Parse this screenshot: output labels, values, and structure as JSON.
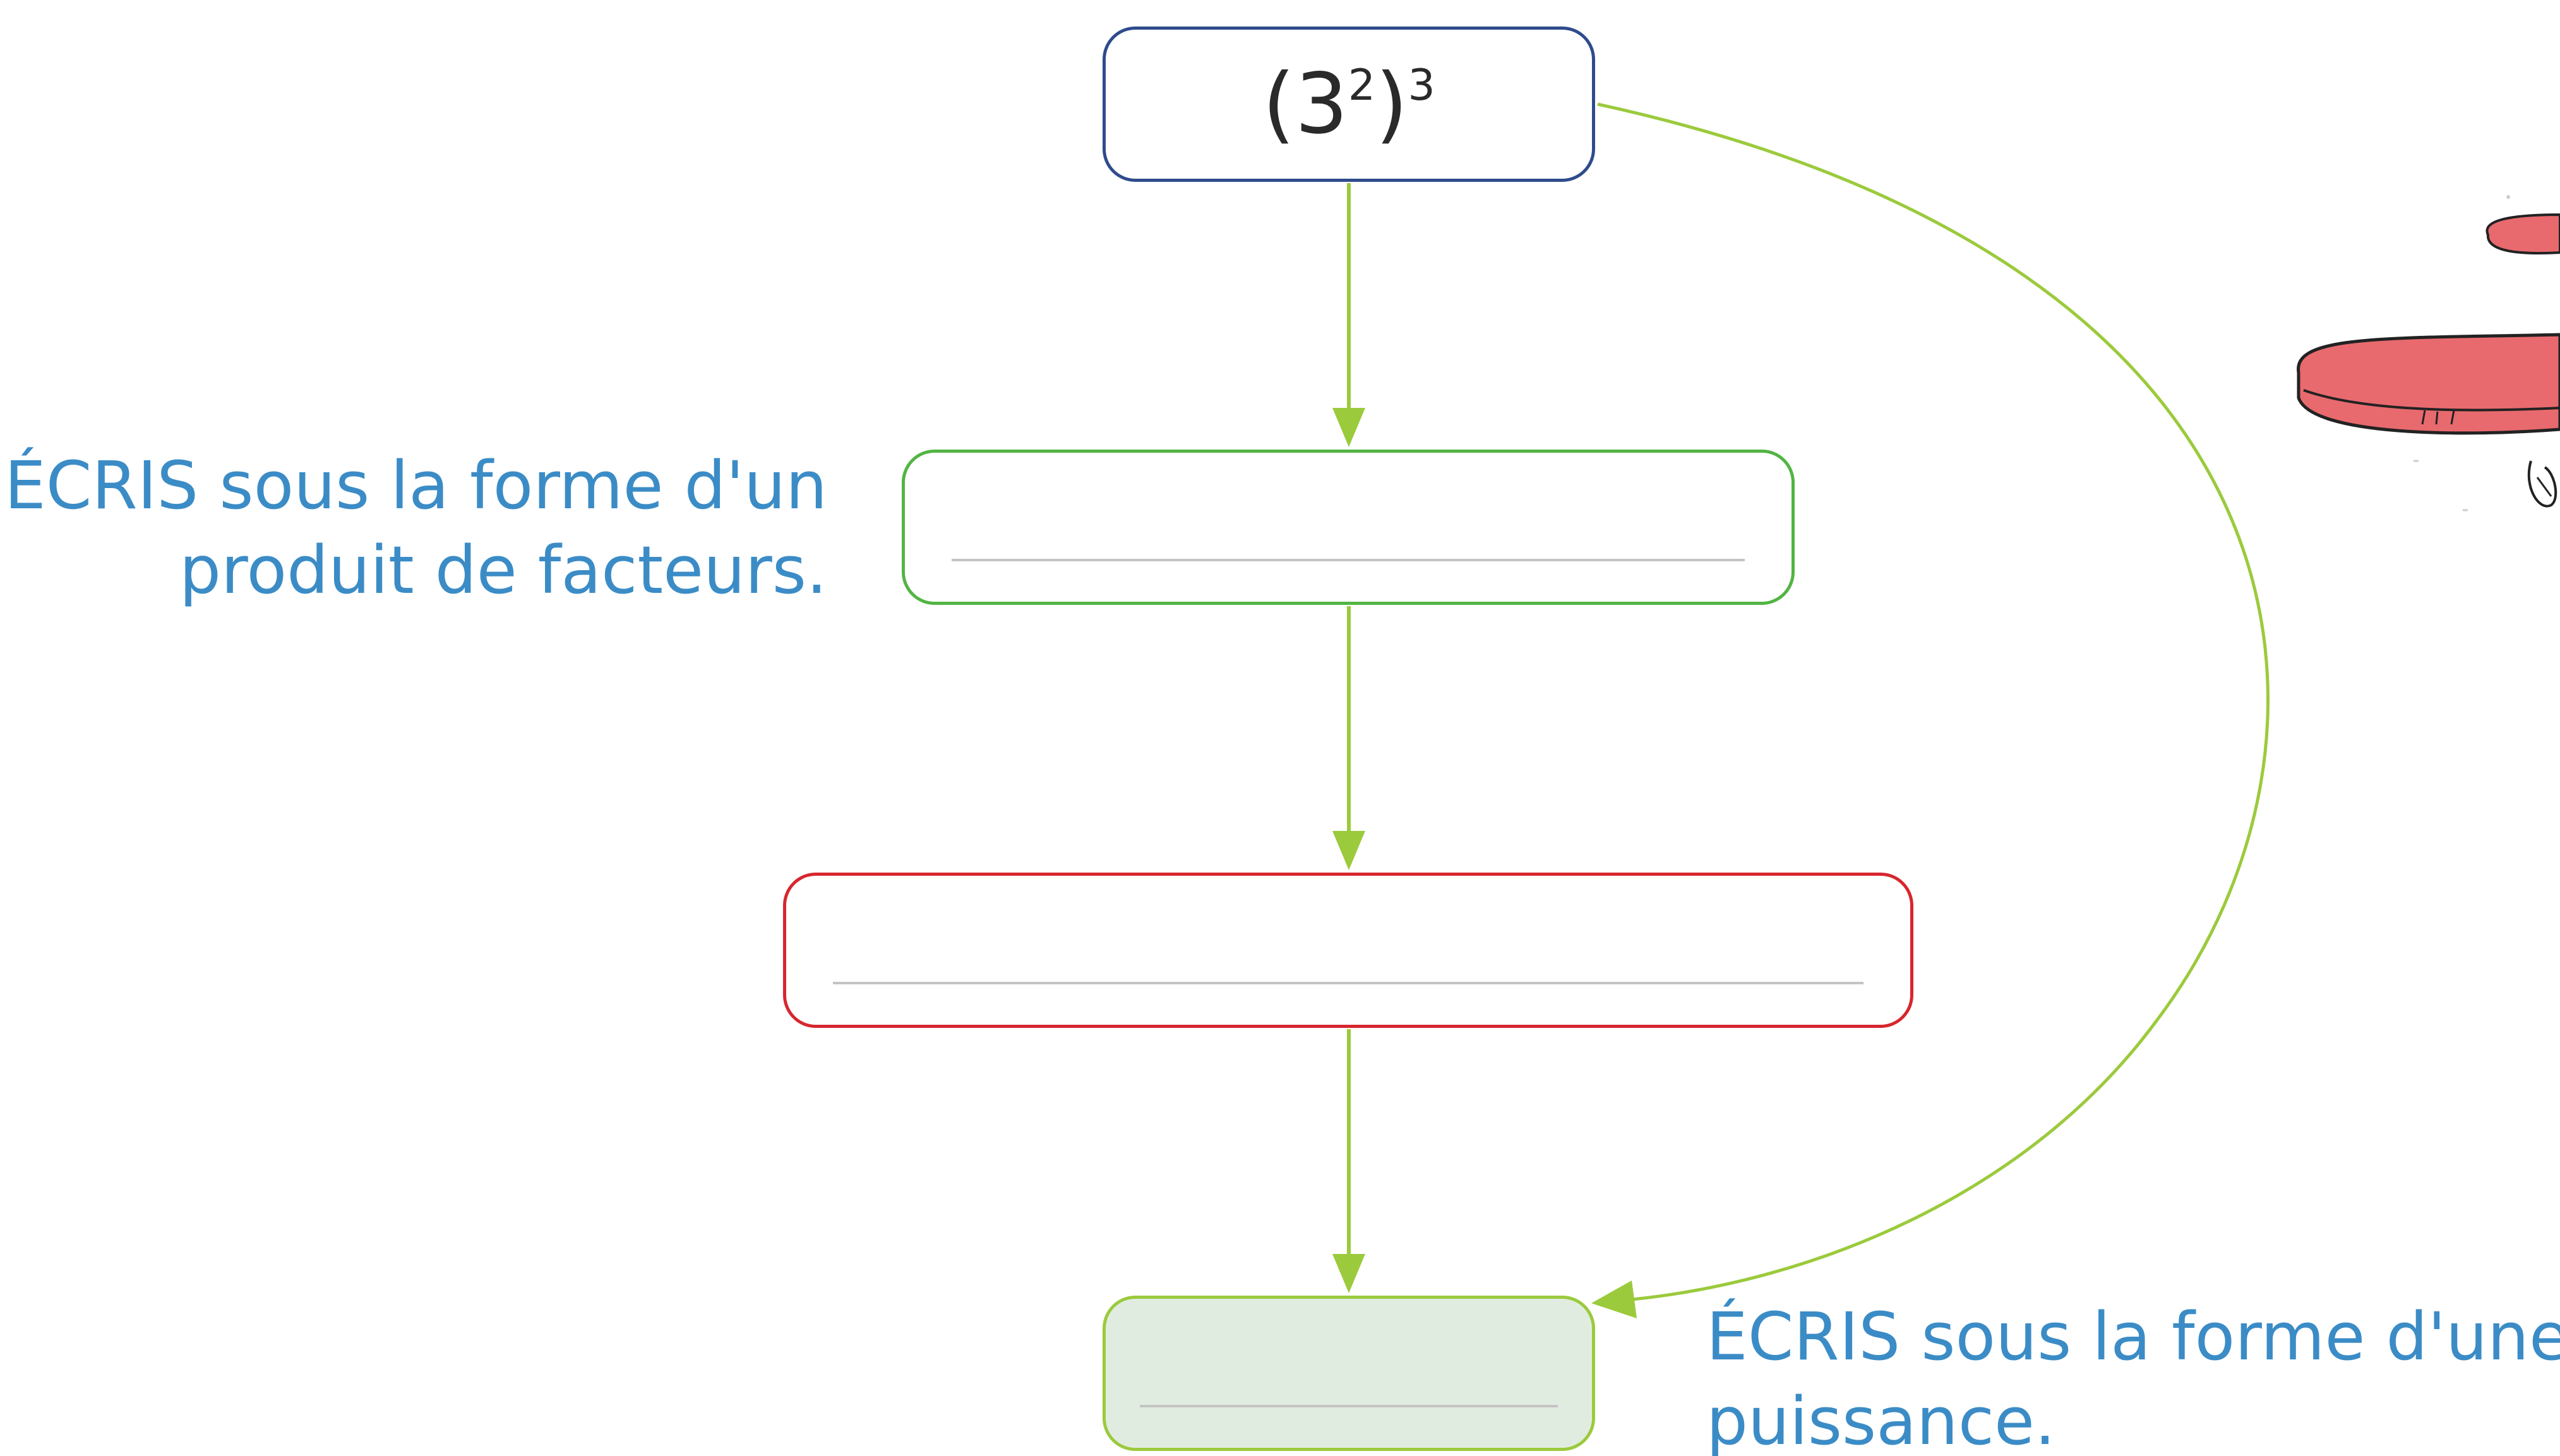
{
  "expression": {
    "base": "3",
    "inner_exponent": "2",
    "outer_exponent": "3"
  },
  "instructions": {
    "product": [
      "ÉCRIS sous la forme d'un",
      "produit de facteurs."
    ],
    "power": [
      "ÉCRIS sous la forme d'une",
      "puissance."
    ]
  },
  "colors": {
    "start_box": "#2e4b8c",
    "product_box": "#52b443",
    "middle_box": "#d7262e",
    "power_box": "#9bca3c",
    "power_box_fill": "#e1ece1",
    "arrow": "#9bca3c",
    "instruction_text": "#3b8cc6",
    "illustration": "#e86a6e"
  },
  "illustration": {
    "icon": "red-plates-icon"
  }
}
